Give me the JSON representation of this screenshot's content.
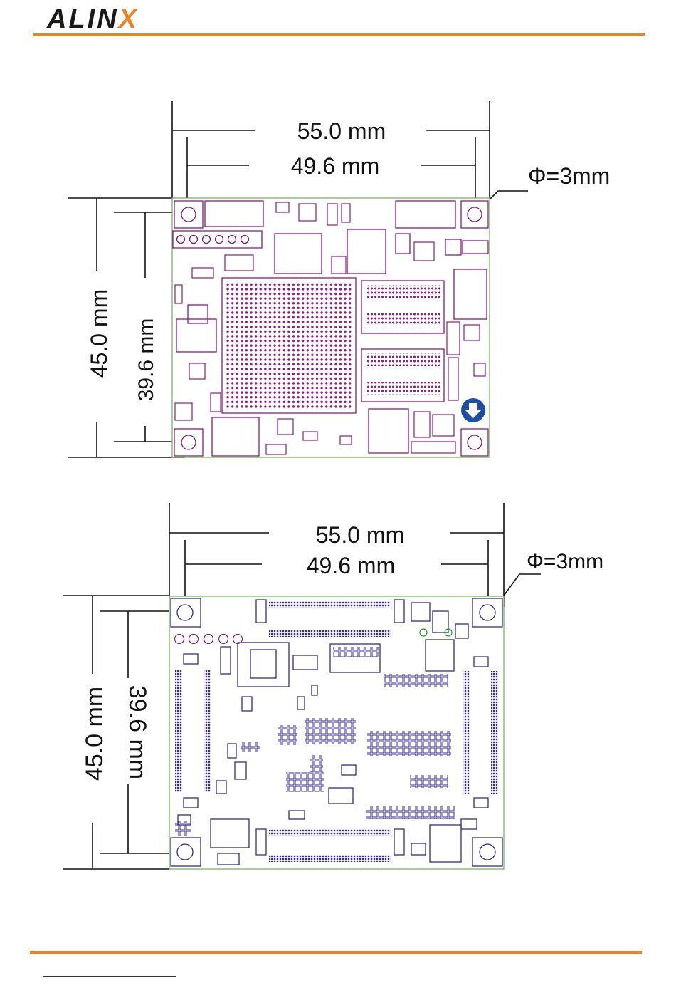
{
  "brand": {
    "logo_text": "ALIN",
    "logo_accent": "X",
    "accent_color": "#e8832a"
  },
  "figures": [
    {
      "view": "top",
      "width_outer": "55.0 mm",
      "width_inner": "49.6 mm",
      "height_outer": "45.0 mm",
      "height_inner": "39.6 mm",
      "hole": "Φ=3mm"
    },
    {
      "view": "bottom",
      "width_outer": "55.0 mm",
      "width_inner": "49.6 mm",
      "height_outer": "45.0 mm",
      "height_inner": "39.6 mm",
      "hole": "Φ=3mm"
    }
  ],
  "colors": {
    "silkscreen": "#8a1a7a",
    "bottom_silk": "#3a2a8a",
    "board_outline": "#6ab04c",
    "arrow": "#1f4fa0"
  }
}
